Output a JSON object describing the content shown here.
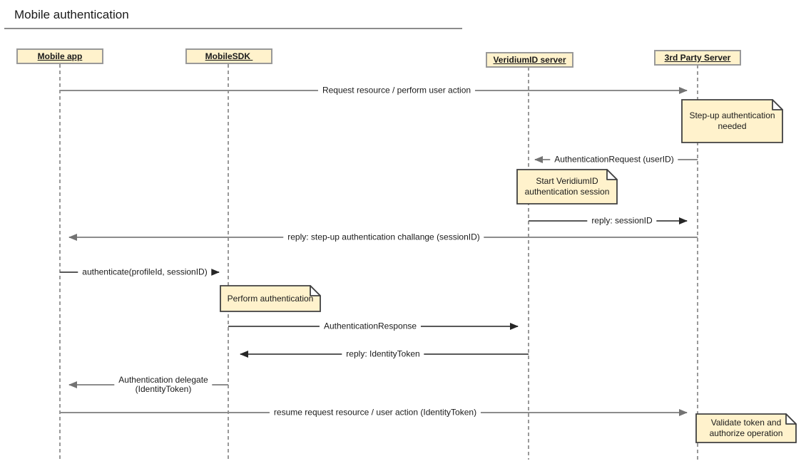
{
  "title": "Mobile authentication",
  "actors": [
    {
      "label": "Mobile app"
    },
    {
      "label": "MobileSDK "
    },
    {
      "label": "VeridiumID server"
    },
    {
      "label": "3rd Party Server"
    }
  ],
  "messages": [
    {
      "label": "Request resource / perform user action",
      "from": "Mobile app",
      "to": "3rd Party Server",
      "direction": "right"
    },
    {
      "label": "AuthenticationRequest (userID)",
      "from": "3rd Party Server",
      "to": "VeridiumID server",
      "direction": "left"
    },
    {
      "label": "reply: sessionID",
      "from": "VeridiumID server",
      "to": "3rd Party Server",
      "direction": "right"
    },
    {
      "label": "reply: step-up authentication challange (sessionID)",
      "from": "3rd Party Server",
      "to": "Mobile app",
      "direction": "left"
    },
    {
      "label": "authenticate(profileId, sessionID)",
      "from": "Mobile app",
      "to": "MobileSDK",
      "direction": "right"
    },
    {
      "label": "AuthenticationResponse",
      "from": "MobileSDK",
      "to": "VeridiumID server",
      "direction": "right"
    },
    {
      "label": "reply: IdentityToken",
      "from": "VeridiumID server",
      "to": "MobileSDK",
      "direction": "left"
    },
    {
      "lines": [
        "Authentication delegate",
        "(IdentityToken)"
      ],
      "from": "MobileSDK",
      "to": "Mobile app",
      "direction": "left"
    },
    {
      "label": "resume request resource / user action (IdentityToken)",
      "from": "Mobile app",
      "to": "3rd Party Server",
      "direction": "right"
    }
  ],
  "notes": [
    {
      "lines": [
        "Step-up authentication",
        "needed"
      ],
      "anchor": "3rd Party Server"
    },
    {
      "lines": [
        "Start VeridiumID",
        "authentication session"
      ],
      "anchor": "VeridiumID server"
    },
    {
      "lines": [
        "Perform authentication"
      ],
      "anchor": "MobileSDK"
    },
    {
      "lines": [
        "Validate token and",
        "authorize operation"
      ],
      "anchor": "3rd Party Server"
    }
  ],
  "colors": {
    "note_fill": "#FFF2CC",
    "note_border": "#404040",
    "actor_fill": "#FFF2CC",
    "actor_border": "#999999",
    "lifeline": "#999999",
    "arrow_gray": "#8C8C8C",
    "arrow_dark": "#595959",
    "text": "#1A1A1A",
    "background": "#FFFFFF"
  }
}
